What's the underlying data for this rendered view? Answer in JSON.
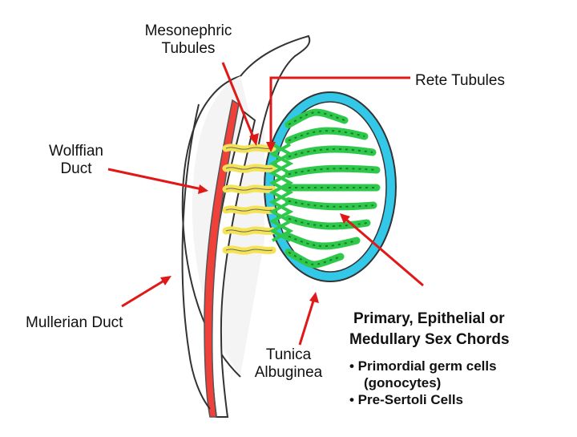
{
  "labels": {
    "mesonephric": [
      "Mesonephric",
      "Tubules"
    ],
    "rete": "Rete Tubules",
    "wolffian": [
      "Wolffian",
      "Duct"
    ],
    "mullerian": "Mullerian Duct",
    "tunica": [
      "Tunica",
      "Albuginea"
    ],
    "chords": [
      "Primary, Epithelial or",
      "Medullary Sex Chords"
    ],
    "bullets": [
      "• Primordial germ cells",
      "(gonocytes)",
      "• Pre-Sertoli Cells"
    ]
  },
  "colors": {
    "tunica": "#33c7e8",
    "chords": "#2ec84a",
    "tubules_yellow": "#f5e356",
    "mullerian_red": "#f0403a",
    "arrow_red": "#e01818",
    "outline": "#222222"
  }
}
